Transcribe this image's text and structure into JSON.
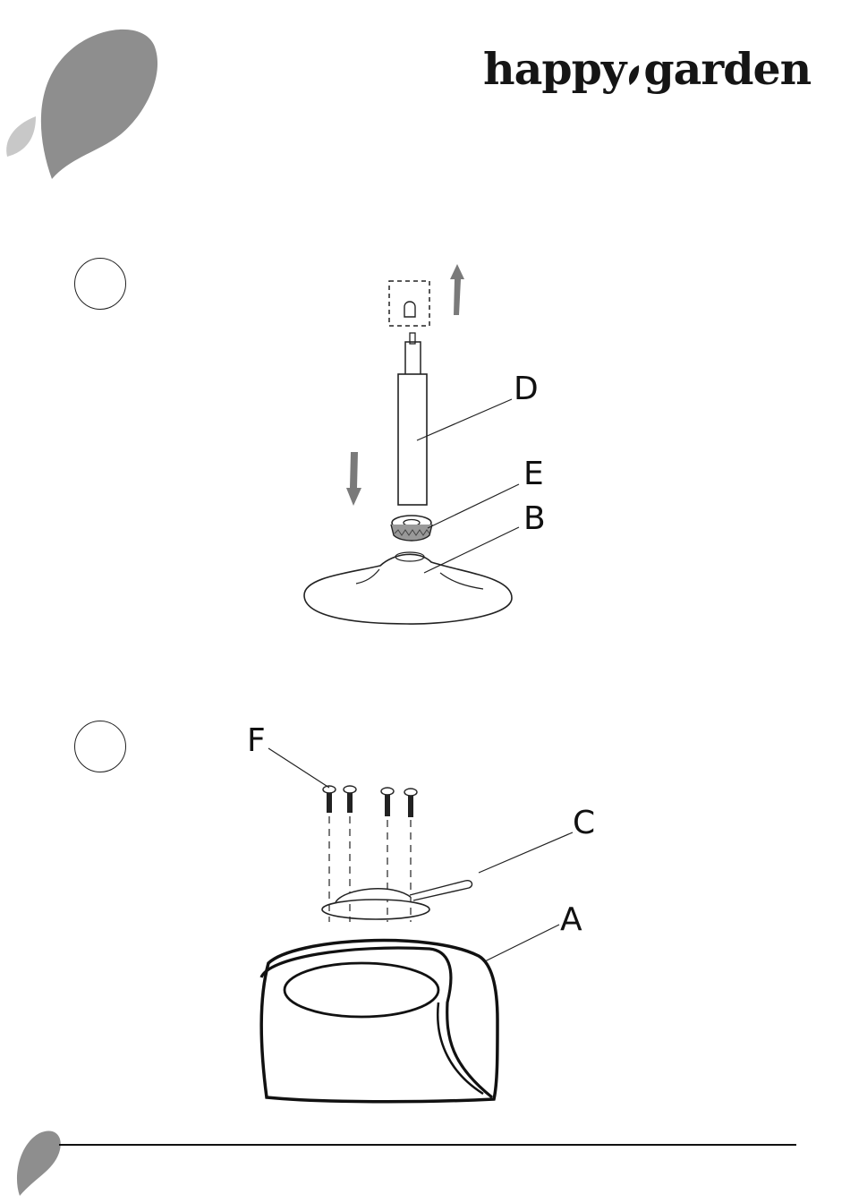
{
  "brand": {
    "word1": "happy",
    "word2": "garden"
  },
  "steps": [
    {
      "id": "step-1",
      "parts": [
        "D",
        "E",
        "B"
      ]
    },
    {
      "id": "step-2",
      "parts": [
        "F",
        "C",
        "A"
      ]
    }
  ],
  "labels": {
    "D": "D",
    "E": "E",
    "B": "B",
    "F": "F",
    "C": "C",
    "A": "A"
  },
  "colors": {
    "leaf": "#8e8e8e",
    "leaf_light": "#c8c8c8",
    "ink": "#111111",
    "arrow": "#7a7a7a"
  },
  "icons": {
    "logo_leaf": "leaf-icon",
    "up_arrow": "arrow-up-icon",
    "down_arrow": "arrow-down-icon"
  }
}
